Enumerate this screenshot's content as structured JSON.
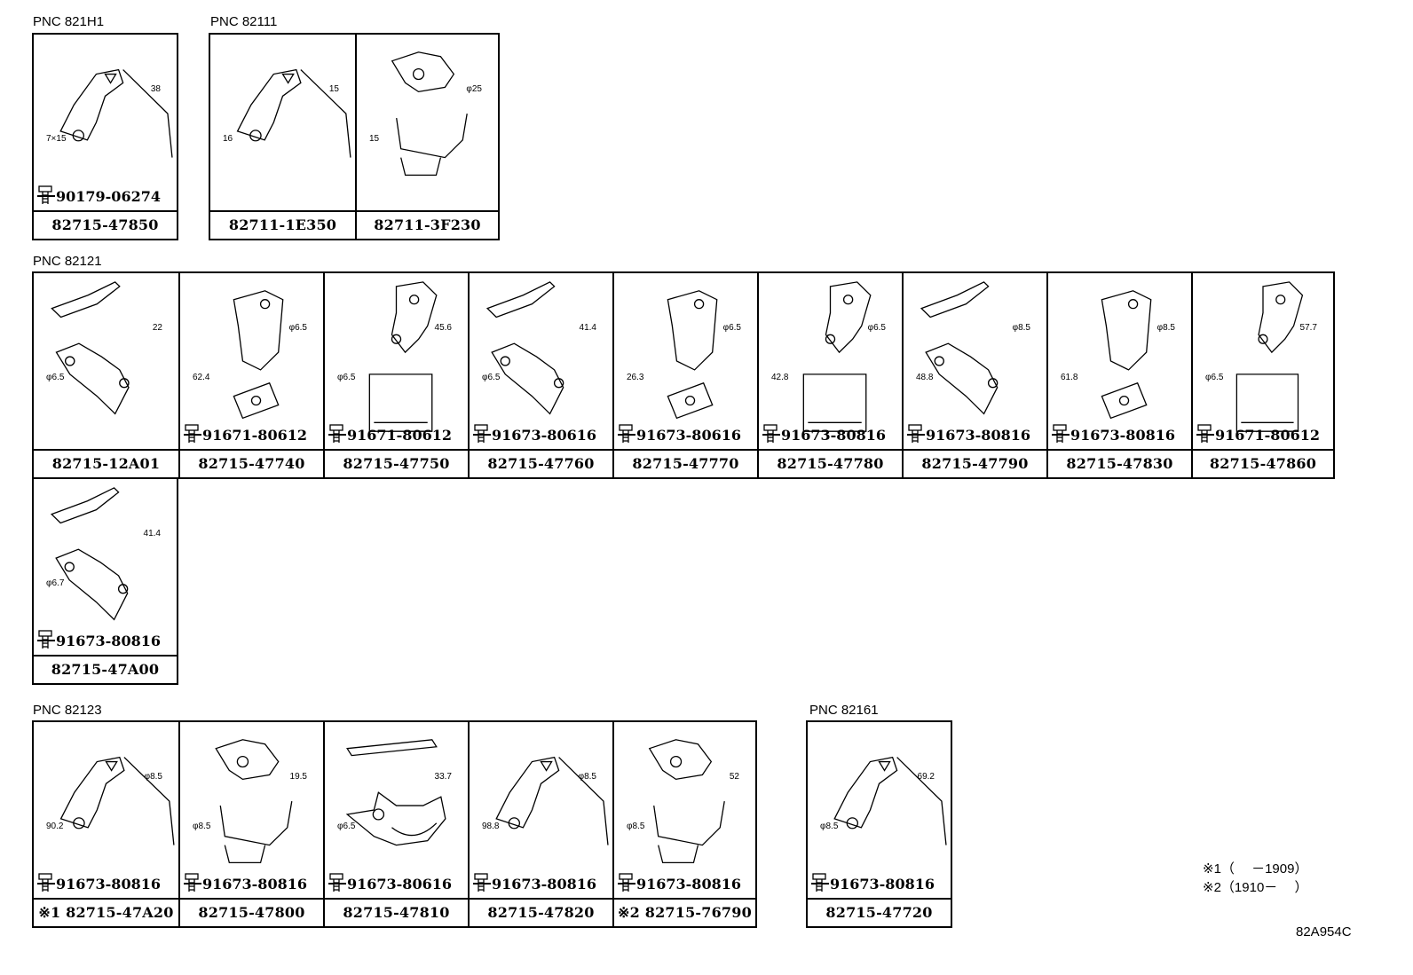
{
  "groups": {
    "g821H1": {
      "label": "PNC 821H1",
      "cells": [
        {
          "part": "82715-47850",
          "bolt": "90179-06274",
          "dims": [
            "7×15",
            "38"
          ],
          "mark": ""
        }
      ]
    },
    "g82111": {
      "label": "PNC 82111",
      "cells": [
        {
          "part": "82711-1E350",
          "bolt": "",
          "dims": [
            "16",
            "15"
          ],
          "mark": ""
        },
        {
          "part": "82711-3F230",
          "bolt": "",
          "dims": [
            "15",
            "φ25"
          ],
          "mark": ""
        }
      ]
    },
    "g82121a": {
      "label": "PNC 82121",
      "cells": [
        {
          "part": "82715-12A01",
          "bolt": "",
          "dims": [
            "φ6.5",
            "22"
          ],
          "mark": ""
        },
        {
          "part": "82715-47740",
          "bolt": "91671-80612",
          "dims": [
            "62.4",
            "φ6.5"
          ],
          "mark": ""
        },
        {
          "part": "82715-47750",
          "bolt": "91671-80612",
          "dims": [
            "φ6.5",
            "45.6"
          ],
          "mark": ""
        },
        {
          "part": "82715-47760",
          "bolt": "91673-80616",
          "dims": [
            "φ6.5",
            "41.4"
          ],
          "mark": ""
        },
        {
          "part": "82715-47770",
          "bolt": "91673-80616",
          "dims": [
            "26.3",
            "φ6.5"
          ],
          "mark": ""
        },
        {
          "part": "82715-47780",
          "bolt": "91673-80816",
          "dims": [
            "42.8",
            "φ6.5"
          ],
          "mark": ""
        },
        {
          "part": "82715-47790",
          "bolt": "91673-80816",
          "dims": [
            "48.8",
            "φ8.5"
          ],
          "mark": ""
        },
        {
          "part": "82715-47830",
          "bolt": "91673-80816",
          "dims": [
            "61.8",
            "φ8.5"
          ],
          "mark": ""
        },
        {
          "part": "82715-47860",
          "bolt": "91671-80612",
          "dims": [
            "φ6.5",
            "57.7"
          ],
          "mark": ""
        }
      ]
    },
    "g82121b": {
      "cells": [
        {
          "part": "82715-47A00",
          "bolt": "91673-80816",
          "dims": [
            "φ6.7",
            "41.4"
          ],
          "mark": ""
        }
      ]
    },
    "g82123": {
      "label": "PNC 82123",
      "cells": [
        {
          "part": "82715-47A20",
          "bolt": "91673-80816",
          "dims": [
            "90.2",
            "φ8.5"
          ],
          "mark": "※1"
        },
        {
          "part": "82715-47800",
          "bolt": "91673-80816",
          "dims": [
            "φ8.5",
            "19.5"
          ],
          "mark": ""
        },
        {
          "part": "82715-47810",
          "bolt": "91673-80616",
          "dims": [
            "φ6.5",
            "33.7"
          ],
          "mark": ""
        },
        {
          "part": "82715-47820",
          "bolt": "91673-80816",
          "dims": [
            "98.8",
            "φ8.5"
          ],
          "mark": ""
        },
        {
          "part": "82715-76790",
          "bolt": "91673-80816",
          "dims": [
            "φ8.5",
            "52"
          ],
          "mark": "※2"
        }
      ]
    },
    "g82161": {
      "label": "PNC 82161",
      "cells": [
        {
          "part": "82715-47720",
          "bolt": "91673-80816",
          "dims": [
            "φ8.5",
            "69.2"
          ],
          "mark": ""
        }
      ]
    }
  },
  "notes": {
    "note1": "※1（　 －1909）",
    "note2": "※2（1910－　 ）"
  },
  "diagram_code": "82A954C"
}
